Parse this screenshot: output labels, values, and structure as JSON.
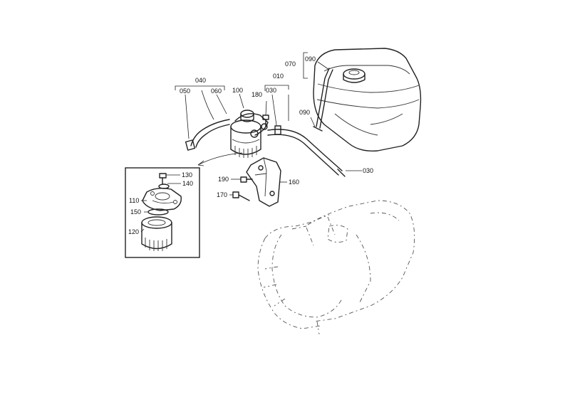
{
  "labels": {
    "l040": "040",
    "l050": "050",
    "l060": "060",
    "l100": "100",
    "l010": "010",
    "l030a": "030",
    "l180": "180",
    "l070": "070",
    "l090a": "090",
    "l090b": "090",
    "l030b": "030",
    "l130": "130",
    "l140": "140",
    "l110": "110",
    "l150": "150",
    "l120": "120",
    "l190": "190",
    "l170": "170",
    "l160": "160"
  }
}
